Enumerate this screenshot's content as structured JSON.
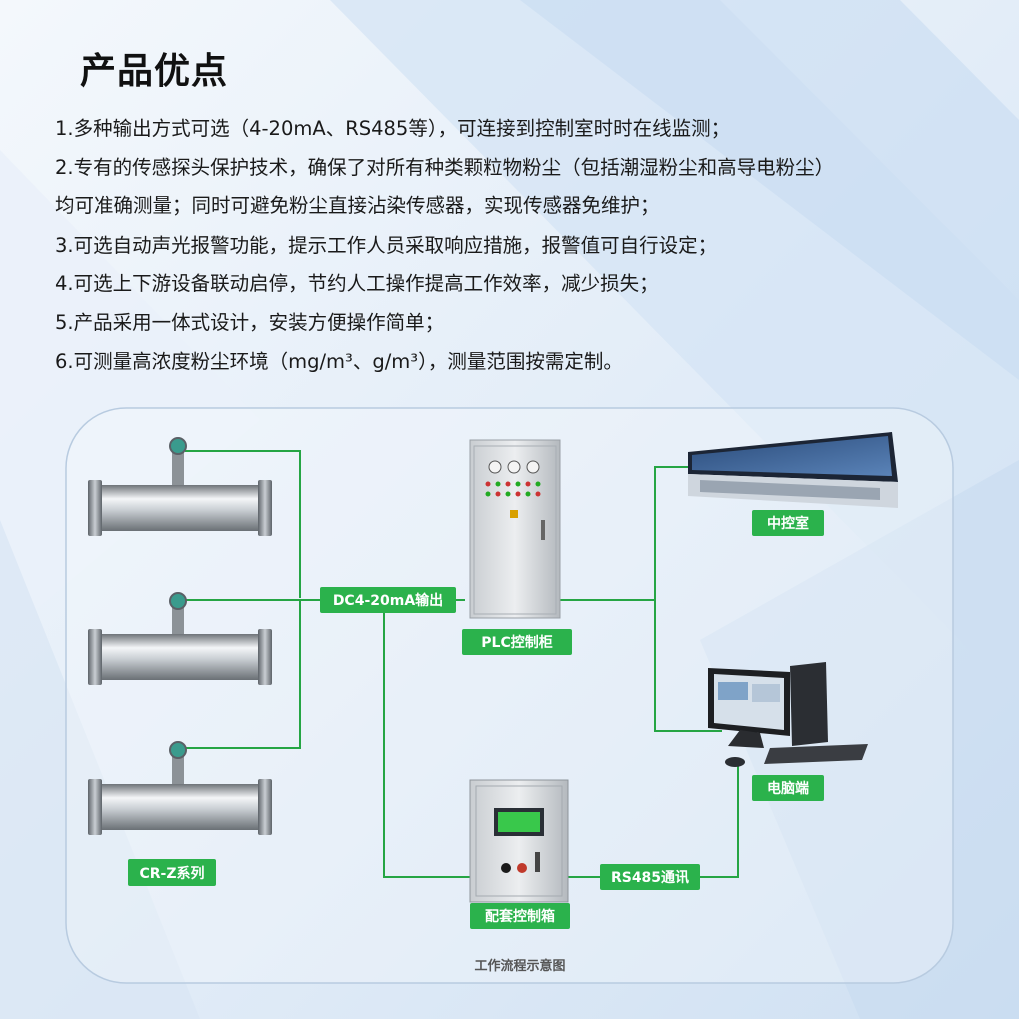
{
  "title": "产品优点",
  "features": [
    "1.多种输出方式可选（4-20mA、RS485等），可连接到控制室时时在线监测；",
    "2.专有的传感探头保护技术，确保了对所有种类颗粒物粉尘（包括潮湿粉尘和高导电粉尘）",
    "均可准确测量；同时可避免粉尘直接沾染传感器，实现传感器免维护；",
    "3.可选自动声光报警功能，提示工作人员采取响应措施，报警值可自行设定；",
    "4.可选上下游设备联动启停，节约人工操作提高工作效率，减少损失；",
    "5.产品采用一体式设计，安装方便操作简单；",
    "6.可测量高浓度粉尘环境（mg/m³、g/m³），测量范围按需定制。"
  ],
  "diagram": {
    "labels": {
      "series": "CR-Z系列",
      "output": "DC4-20mA输出",
      "plc": "PLC控制柜",
      "control_room": "中控室",
      "computer": "电脑端",
      "rs485": "RS485通讯",
      "box": "配套控制箱"
    },
    "caption": "工作流程示意图"
  },
  "colors": {
    "accent_green": "#2bb24c",
    "line_green": "#25a544"
  }
}
